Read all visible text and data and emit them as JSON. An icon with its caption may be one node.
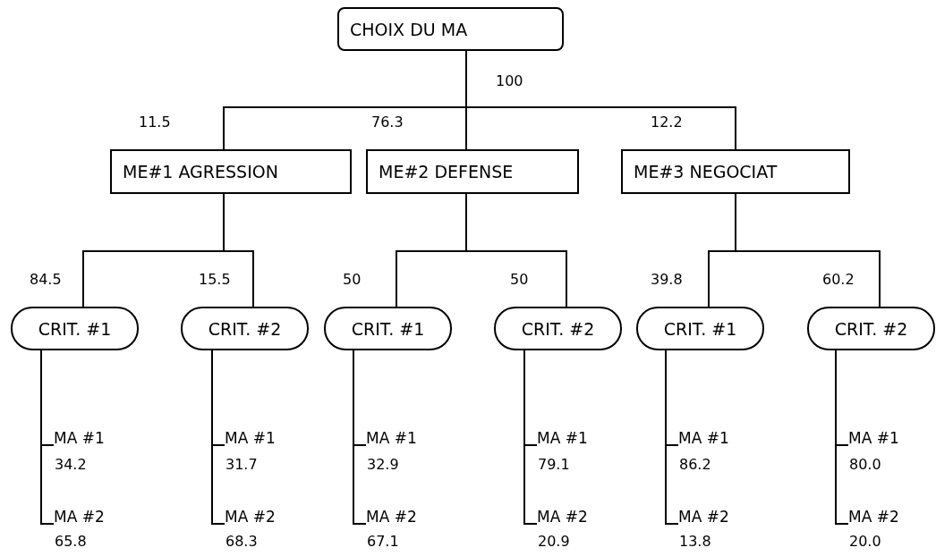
{
  "diagram": {
    "nodes": [
      {
        "text": [
          "CHOIX DU MA"
        ],
        "beside": [
          "100"
        ]
      },
      {
        "text": [
          "ME#1 AGRESSION"
        ],
        "beside": [
          "11.5"
        ]
      },
      {
        "text": [
          "ME#2 DEFENSE"
        ],
        "beside": [
          "76.3"
        ]
      },
      {
        "text": [
          "ME#3 NEGOCIAT"
        ],
        "beside": [
          "12.2"
        ]
      },
      {
        "text": [
          "CRIT. #1"
        ],
        "beside": [
          "84.5"
        ]
      },
      {
        "text": [
          "CRIT. #2"
        ],
        "beside": [
          "15.5"
        ]
      },
      {
        "text": [
          "CRIT. #1"
        ],
        "beside": [
          "50"
        ]
      },
      {
        "text": [
          "CRIT. #2"
        ],
        "beside": [
          "50"
        ]
      },
      {
        "text": [
          "CRIT. #1"
        ],
        "beside": [
          "39.8"
        ]
      },
      {
        "text": [
          "CRIT. #2"
        ],
        "beside": [
          "60.2"
        ]
      },
      {
        "text": [
          "MA #1"
        ],
        "beside": [
          "34.2"
        ]
      },
      {
        "text": [
          "MA #2"
        ],
        "beside": [
          "65.8"
        ]
      },
      {
        "text": [
          "MA #1"
        ],
        "beside": [
          "31.7"
        ]
      },
      {
        "text": [
          "MA #2"
        ],
        "beside": [
          "68.3"
        ]
      },
      {
        "text": [
          "MA #1"
        ],
        "beside": [
          "32.9"
        ]
      },
      {
        "text": [
          "MA #2"
        ],
        "beside": [
          "67.1"
        ]
      },
      {
        "text": [
          "MA #1"
        ],
        "beside": [
          "79.1"
        ]
      },
      {
        "text": [
          "MA #2"
        ],
        "beside": [
          "20.9"
        ]
      },
      {
        "text": [
          "MA #1"
        ],
        "beside": [
          "86.2"
        ]
      },
      {
        "text": [
          "MA #2"
        ],
        "beside": [
          "13.8"
        ]
      },
      {
        "text": [
          "MA #1"
        ],
        "beside": [
          "80.0"
        ]
      },
      {
        "text": [
          "MA #2"
        ],
        "beside": [
          "20.0"
        ]
      }
    ],
    "edges": [
      {
        "from": 0,
        "to": 1,
        "arrow": "none"
      },
      {
        "from": 0,
        "to": 2,
        "arrow": "none"
      },
      {
        "from": 0,
        "to": 3,
        "arrow": "none"
      },
      {
        "from": 1,
        "to": 4,
        "arrow": "none"
      },
      {
        "from": 1,
        "to": 5,
        "arrow": "none"
      },
      {
        "from": 2,
        "to": 6,
        "arrow": "none"
      },
      {
        "from": 2,
        "to": 7,
        "arrow": "none"
      },
      {
        "from": 3,
        "to": 8,
        "arrow": "none"
      },
      {
        "from": 3,
        "to": 9,
        "arrow": "none"
      },
      {
        "from": 4,
        "to": 10,
        "arrow": "none"
      },
      {
        "from": 4,
        "to": 11,
        "arrow": "none"
      },
      {
        "from": 5,
        "to": 12,
        "arrow": "none"
      },
      {
        "from": 5,
        "to": 13,
        "arrow": "none"
      },
      {
        "from": 6,
        "to": 14,
        "arrow": "none"
      },
      {
        "from": 6,
        "to": 15,
        "arrow": "none"
      },
      {
        "from": 7,
        "to": 16,
        "arrow": "none"
      },
      {
        "from": 7,
        "to": 17,
        "arrow": "none"
      },
      {
        "from": 8,
        "to": 18,
        "arrow": "none"
      },
      {
        "from": 8,
        "to": 19,
        "arrow": "none"
      },
      {
        "from": 9,
        "to": 20,
        "arrow": "none"
      },
      {
        "from": 9,
        "to": 21,
        "arrow": "none"
      }
    ]
  }
}
